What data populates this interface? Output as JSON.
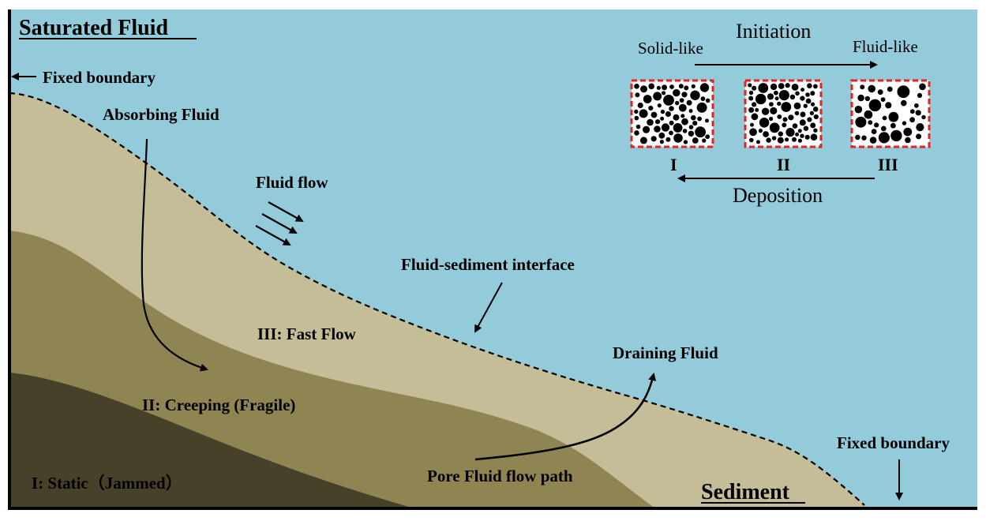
{
  "title": "Saturated Fluid",
  "labels": {
    "fixed_boundary_left": "Fixed boundary",
    "fixed_boundary_right": "Fixed boundary",
    "absorbing_fluid": "Absorbing Fluid",
    "fluid_flow": "Fluid flow",
    "interface": "Fluid-sediment interface",
    "fast_flow": "III: Fast Flow",
    "creeping": "II: Creeping (Fragile)",
    "static": "I: Static（Jammed）",
    "draining_fluid": "Draining Fluid",
    "pore_path": "Pore Fluid flow path",
    "sediment": "Sediment"
  },
  "inset": {
    "initiation": "Initiation",
    "deposition": "Deposition",
    "solid_like": "Solid-like",
    "fluid_like": "Fluid-like",
    "roman": [
      "I",
      "II",
      "III"
    ]
  },
  "colors": {
    "fluid": "#94cbdb",
    "layer_fast": "#c5bd98",
    "layer_creeping": "#8e8552",
    "layer_static": "#48412a",
    "box_border": "#e0231f",
    "grain": "#000000"
  }
}
